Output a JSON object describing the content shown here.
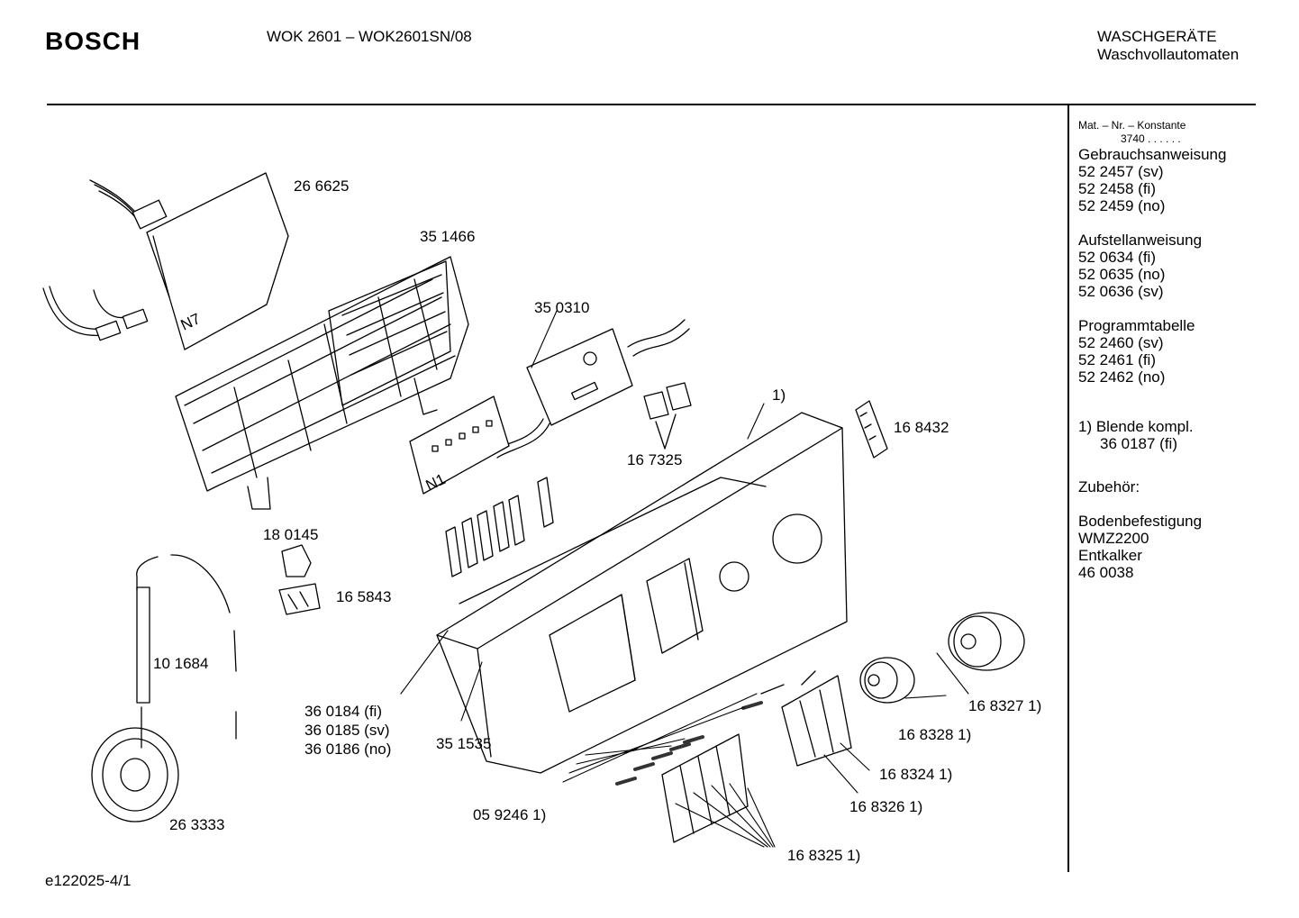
{
  "header": {
    "brand": "BOSCH",
    "model": "WOK 2601 – WOK2601SN/08",
    "category": "WASCHGERÄTE",
    "subcategory": "Waschvollautomaten"
  },
  "sidebar": {
    "mat_label": "Mat. – Nr. – Konstante",
    "mat_value": "3740  .  .  .  .  .  .",
    "sections": [
      {
        "title": "Gebrauchsanweisung",
        "items": [
          "52 2457 (sv)",
          "52 2458 (fi)",
          "52 2459 (no)"
        ]
      },
      {
        "title": "Aufstellanweisung",
        "items": [
          "52 0634 (fi)",
          "52 0635 (no)",
          "52 0636 (sv)"
        ]
      },
      {
        "title": "Programmtabelle",
        "items": [
          "52 2460 (sv)",
          "52 2461 (fi)",
          "52 2462 (no)"
        ]
      }
    ],
    "note_line1": "1)  Blende kompl.",
    "note_line2": "36 0187 (fi)",
    "zubehoer_title": "Zubehör:",
    "zubehoer_items": [
      "Bodenbefestigung",
      "WMZ2200",
      "Entkalker",
      "46 0038"
    ]
  },
  "labels": {
    "p266625": "26 6625",
    "p351466": "35 1466",
    "p350310": "35 0310",
    "p167325": "16 7325",
    "p168432": "16 8432",
    "note1": "1)",
    "p180145": "18 0145",
    "p165843": "16 5843",
    "p101684": "10 1684",
    "p263333": "26 3333",
    "p360184": "36 0184 (fi)",
    "p360185": "36 0185 (sv)",
    "p360186": "36 0186 (no)",
    "p351535": "35 1535",
    "p059246": "05 9246 1)",
    "p168327": "16 8327 1)",
    "p168328": "16 8328 1)",
    "p168324": "16 8324 1)",
    "p168326": "16 8326 1)",
    "p168325": "16 8325 1)",
    "n7": "N7",
    "n1": "N1"
  },
  "footer": {
    "code": "e122025-4/1"
  }
}
